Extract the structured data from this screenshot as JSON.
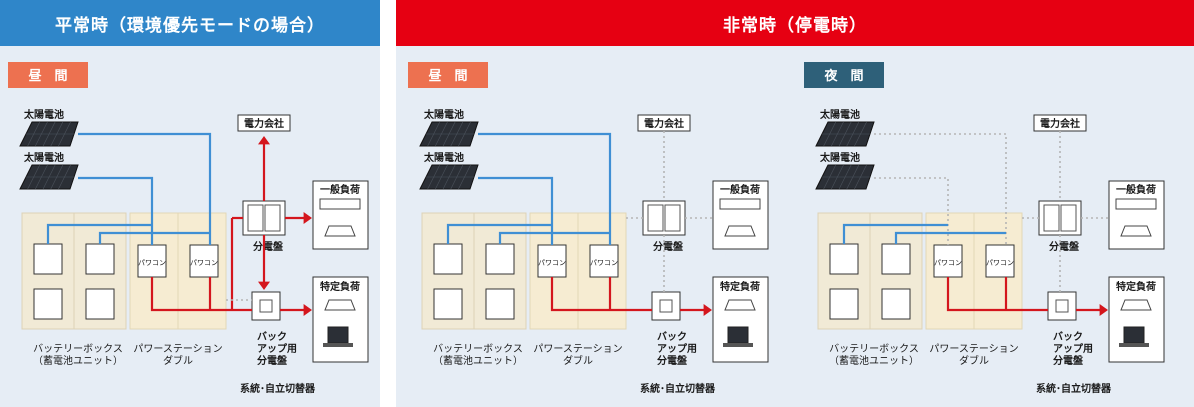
{
  "colors": {
    "normal_header": "#2f86c9",
    "emergency_header": "#e60012",
    "day_badge": "#ed7150",
    "night_badge": "#2e6079",
    "solar_line": "#3f8fd4",
    "power_line": "#d4161d",
    "standby_line": "#b5b5b5",
    "panel_background": "#e6edf5"
  },
  "normal": {
    "header": "平常時（環境優先モードの場合）",
    "badge": "昼　間",
    "labels": {
      "solar1": "太陽電池",
      "solar2": "太陽電池",
      "utility": "電力会社",
      "general_load": "一般負荷",
      "distribution_board": "分電盤",
      "specific_load": "特定負荷",
      "backup_board": "バック\nアップ用\n分電盤",
      "switcher": "系統･自立切替器",
      "battery_box": "バッテリーボックス\n（蓄電池ユニット）",
      "power_station": "パワーステーション\nダブル",
      "pcs1": "パワコン",
      "pcs2": "パワコン"
    }
  },
  "emergency_day": {
    "header": "非常時（停電時）",
    "badge": "昼　間",
    "labels": {
      "solar1": "太陽電池",
      "solar2": "太陽電池",
      "utility": "電力会社",
      "general_load": "一般負荷",
      "distribution_board": "分電盤",
      "specific_load": "特定負荷",
      "backup_board": "バック\nアップ用\n分電盤",
      "switcher": "系統･自立切替器",
      "battery_box": "バッテリーボックス\n（蓄電池ユニット）",
      "power_station": "パワーステーション\nダブル",
      "pcs1": "パワコン",
      "pcs2": "パワコン"
    }
  },
  "emergency_night": {
    "badge": "夜　間",
    "labels": {
      "solar1": "太陽電池",
      "solar2": "太陽電池",
      "utility": "電力会社",
      "general_load": "一般負荷",
      "distribution_board": "分電盤",
      "specific_load": "特定負荷",
      "backup_board": "バック\nアップ用\n分電盤",
      "switcher": "系統･自立切替器",
      "battery_box": "バッテリーボックス\n（蓄電池ユニット）",
      "power_station": "パワーステーション\nダブル",
      "pcs1": "パワコン",
      "pcs2": "パワコン"
    }
  }
}
